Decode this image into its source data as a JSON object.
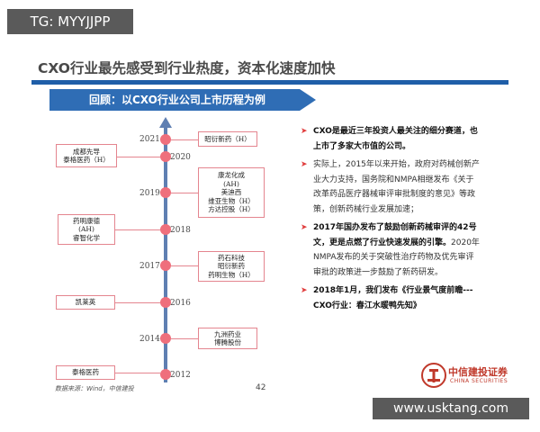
{
  "tag": "TG: MYYJJPP",
  "title": "CXO行业最先感受到行业热度，资本化速度加快",
  "header_band": "回顾：以CXO行业公司上市历程为例",
  "years": [
    "2021",
    "2020",
    "2019",
    "2018",
    "2017",
    "2016",
    "2014",
    "2012"
  ],
  "left_boxes": {
    "b2020": [
      "成都先导",
      "泰格医药（H）"
    ],
    "b2018": [
      "药明康德",
      "(AH)",
      "睿智化学"
    ],
    "b2016": [
      "凯莱英"
    ],
    "b2012": [
      "泰格医药"
    ]
  },
  "right_boxes": {
    "b2021": [
      "昭衍新药（H）"
    ],
    "b2019": [
      "康龙化成",
      "(AH)",
      "美迪西",
      "维亚生物（H）",
      "方达控股（H）"
    ],
    "b2017": [
      "药石科技",
      "昭衍新药",
      "药明生物（H）"
    ],
    "b2014": [
      "九洲药业",
      "博腾股份"
    ]
  },
  "bullets": [
    {
      "bold": "CXO是最近三年投资人最关注的细分赛道，也上市了多家大市值的公司。",
      "text": ""
    },
    {
      "bold": "",
      "text": "实际上，2015年以来开始，政府对药械创新产业大力支持，国务院和NMPA相继发布《关于改革药品医疗器械审评审批制度的意见》等政策，创新药械行业发展加速；"
    },
    {
      "bold": "2017年国办发布了鼓励创新药械审评的42号文，更是点燃了行业快速发展的引擎。",
      "text": "2020年NMPA发布的关于突破性治疗药物及优先审评审批的政策进一步鼓励了新药研发。"
    },
    {
      "bold": "2018年1月，我们发布《行业景气度前瞻---CXO行业：春江水暖鸭先知》",
      "text": ""
    }
  ],
  "bullet_mark": "➤",
  "source": "数据来源：Wind，中信建投",
  "page_number": "42",
  "brand": {
    "cn": "中信建投证券",
    "en": "CHINA SECURITIES"
  },
  "watermark": "www.usktang.com",
  "colors": {
    "accent_blue": "#2f6db5",
    "timeline": "#5f7fb2",
    "dot": "#ef6f7c",
    "box_border": "#e4858f",
    "bullet_mark": "#e03c3c",
    "brand_red": "#c0392b"
  }
}
